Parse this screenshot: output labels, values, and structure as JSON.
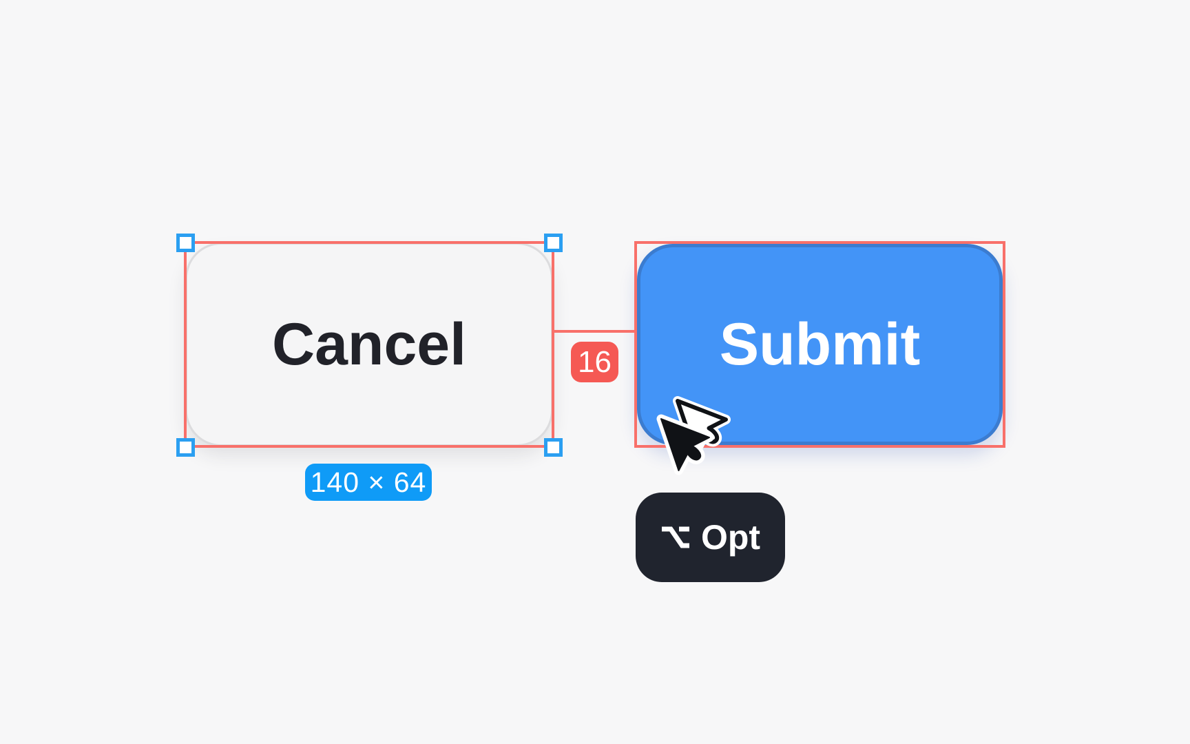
{
  "canvas": {
    "cancel_button": {
      "label": "Cancel",
      "dimensions_badge": "140 × 64"
    },
    "submit_button": {
      "label": "Submit"
    },
    "spacing_indicator": {
      "value": "16"
    },
    "key_hint": {
      "label": "Opt",
      "icon": "option-icon"
    },
    "cursor": {
      "icon": "duplicate-arrow-cursor-icon"
    }
  },
  "colors": {
    "background": "#f7f7f8",
    "selection_red": "#f8706a",
    "badge_red": "#f55954",
    "handle_blue": "#2b9ff1",
    "submit_blue": "#4394f7",
    "submit_border_blue": "#3b7cd0",
    "dimension_badge_blue": "#0f9bf7",
    "cancel_fill": "#f5f5f6",
    "cancel_border": "#dcdcde",
    "cancel_text": "#212229",
    "key_hint_bg": "#20242e",
    "white": "#ffffff"
  }
}
